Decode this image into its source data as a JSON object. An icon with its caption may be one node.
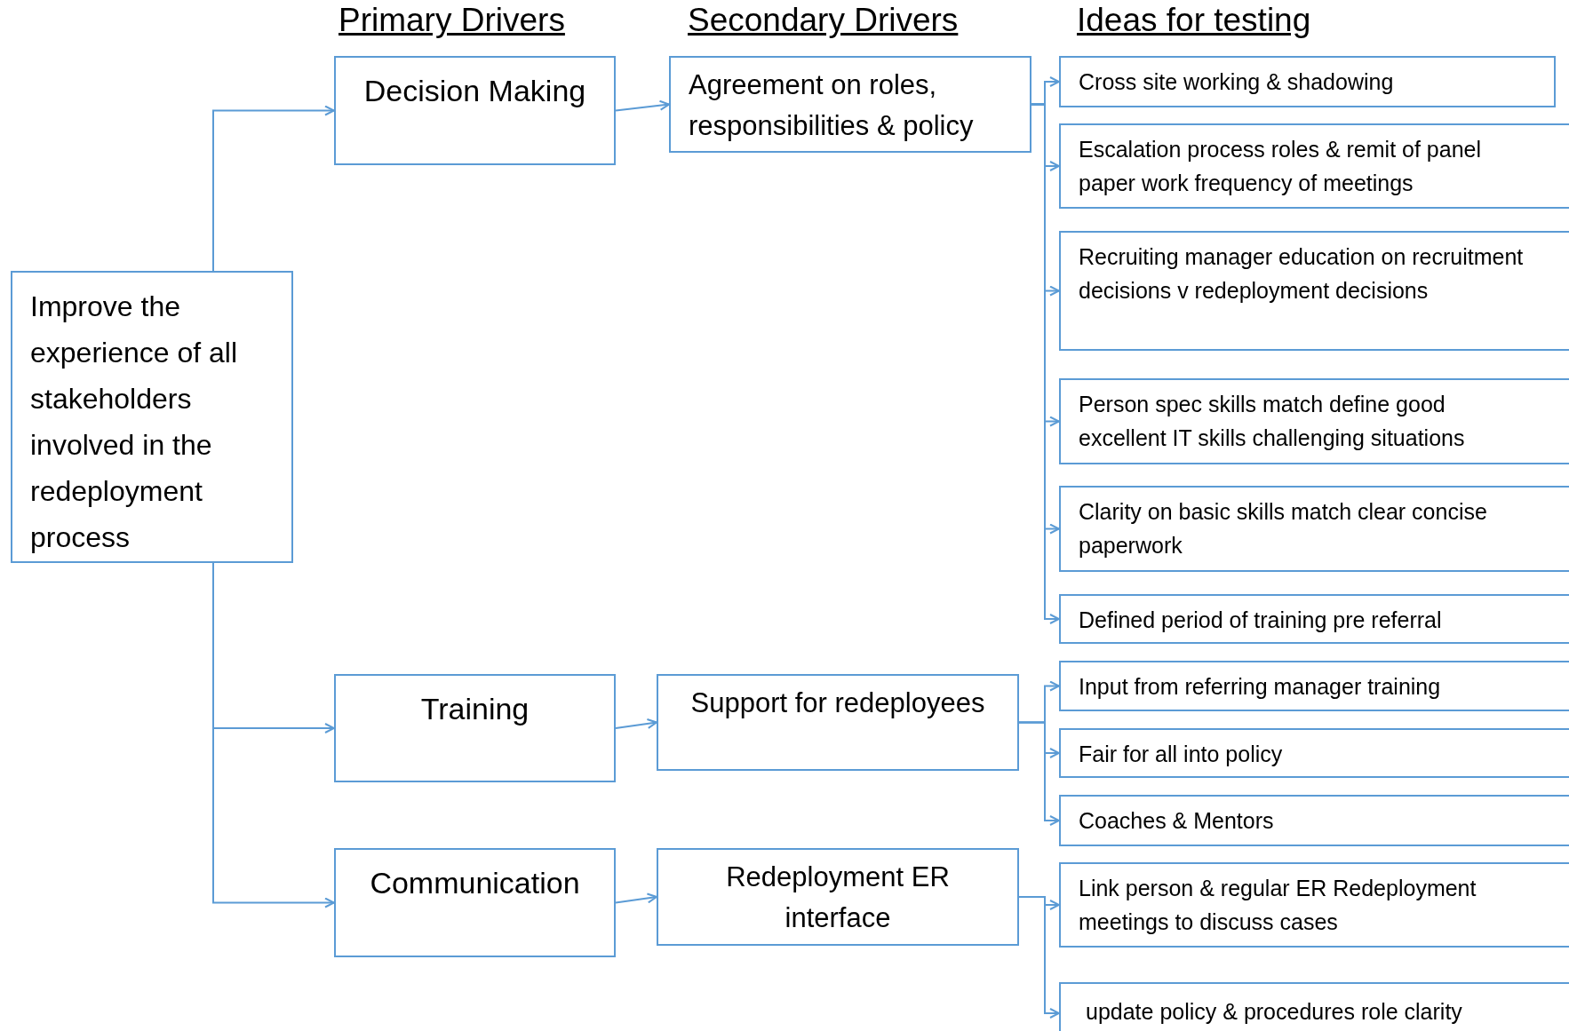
{
  "diagram": {
    "nodes": [
      {
        "text": [
          "Improve the experience of all stakeholders involved in the redeployment process"
        ]
      },
      {
        "text": [
          "Decision Making"
        ]
      },
      {
        "text": [
          "Training"
        ]
      },
      {
        "text": [
          "Communication"
        ]
      },
      {
        "text": [
          "Agreement on roles, responsibilities & policy"
        ]
      },
      {
        "text": [
          "Support for redeployees"
        ]
      },
      {
        "text": [
          "Redeployment ER interface"
        ]
      },
      {
        "text": [
          "Cross site working & shadowing"
        ]
      },
      {
        "text": [
          "Escalation process roles & remit of panel paper work frequency of meetings"
        ]
      },
      {
        "text": [
          "Recruiting manager education on recruitment decisions v redeployment decisions"
        ]
      },
      {
        "text": [
          "Person spec skills match define good excellent IT skills challenging situations"
        ]
      },
      {
        "text": [
          "Clarity on basic skills match clear concise paperwork"
        ]
      },
      {
        "text": [
          "Defined period of training pre referral"
        ]
      },
      {
        "text": [
          "Input from referring manager training"
        ]
      },
      {
        "text": [
          "Fair for all into policy"
        ]
      },
      {
        "text": [
          "Coaches & Mentors"
        ]
      },
      {
        "text": [
          "Link person & regular ER Redeployment meetings to discuss cases"
        ]
      },
      {
        "text": [
          "update policy & procedures role clarity"
        ]
      }
    ],
    "edges": [
      {
        "from": 0,
        "to": 1,
        "arrow": "to"
      },
      {
        "from": 0,
        "to": 2,
        "arrow": "to"
      },
      {
        "from": 0,
        "to": 3,
        "arrow": "to"
      },
      {
        "from": 1,
        "to": 4,
        "arrow": "to"
      },
      {
        "from": 2,
        "to": 5,
        "arrow": "to"
      },
      {
        "from": 3,
        "to": 6,
        "arrow": "to"
      },
      {
        "from": 4,
        "to": 7,
        "arrow": "to"
      },
      {
        "from": 4,
        "to": 8,
        "arrow": "to"
      },
      {
        "from": 4,
        "to": 9,
        "arrow": "to"
      },
      {
        "from": 4,
        "to": 10,
        "arrow": "to"
      },
      {
        "from": 4,
        "to": 11,
        "arrow": "to"
      },
      {
        "from": 4,
        "to": 12,
        "arrow": "to"
      },
      {
        "from": 5,
        "to": 13,
        "arrow": "to"
      },
      {
        "from": 5,
        "to": 14,
        "arrow": "to"
      },
      {
        "from": 5,
        "to": 15,
        "arrow": "to"
      },
      {
        "from": 6,
        "to": 16,
        "arrow": "to"
      },
      {
        "from": 6,
        "to": 17,
        "arrow": "to"
      }
    ],
    "labels": [
      "Primary Drivers",
      "Secondary Drivers",
      "Ideas for testing"
    ]
  }
}
